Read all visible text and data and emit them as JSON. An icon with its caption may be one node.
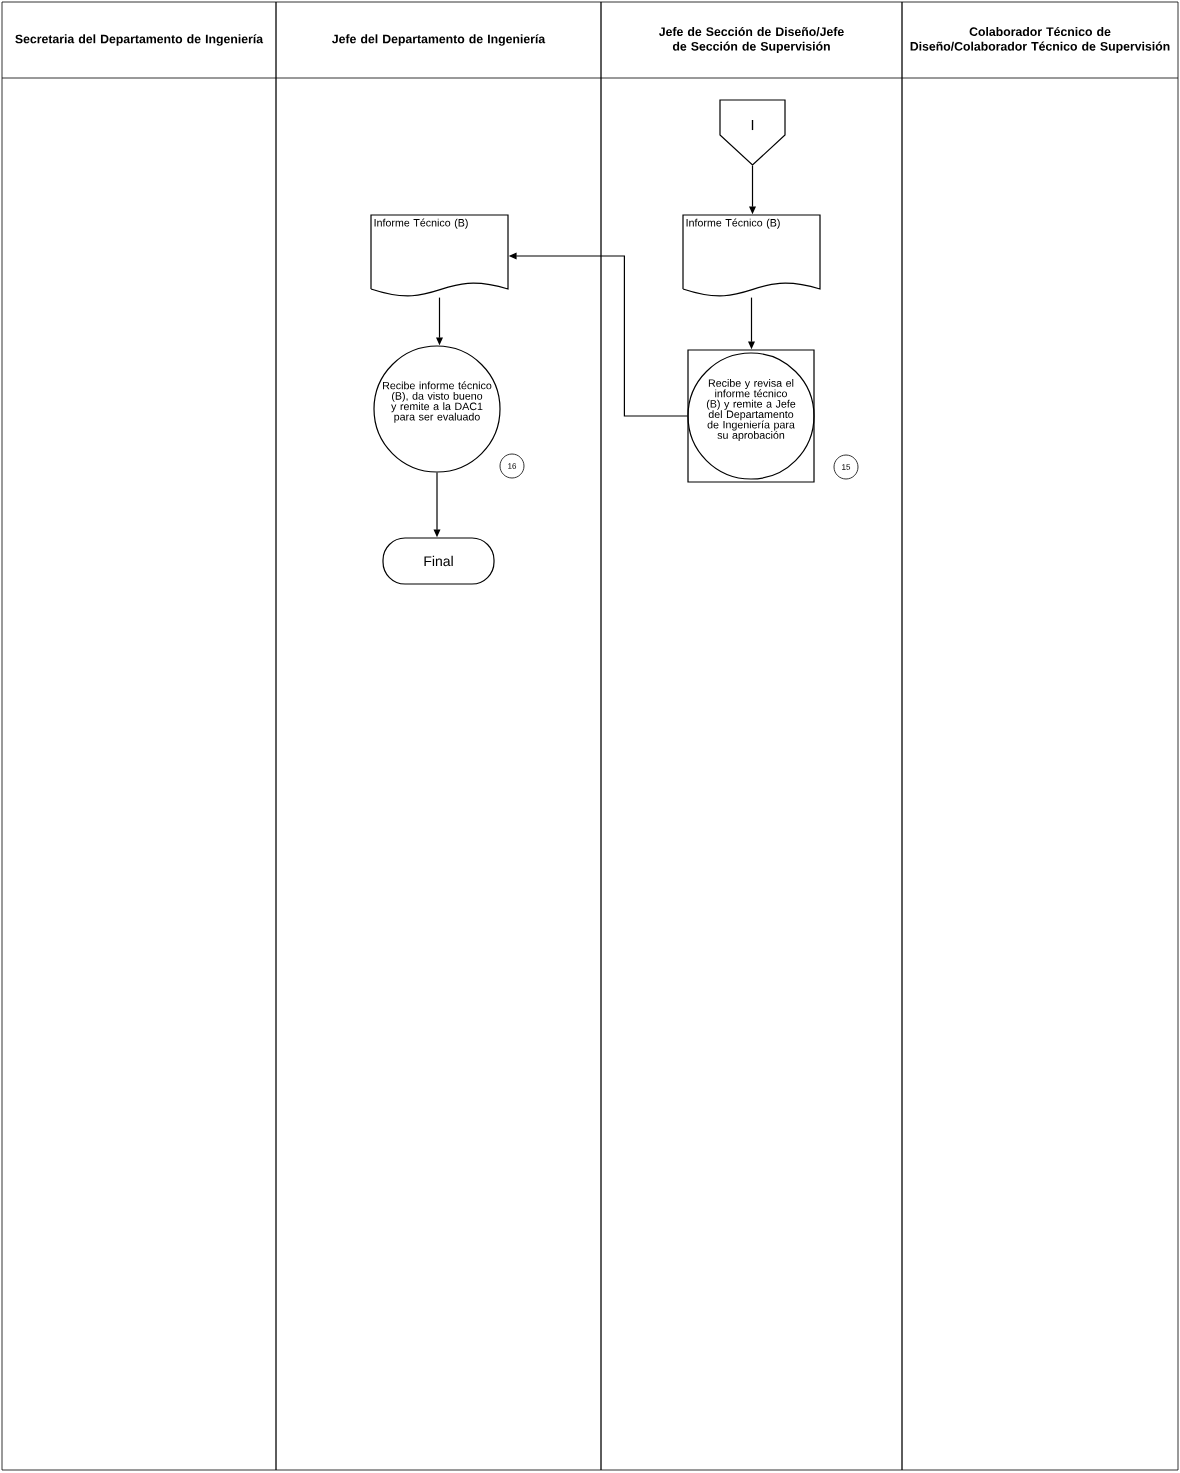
{
  "diagram": {
    "nodes": [
      {
        "text": [
          "Secretaria del Departamento de Ingeniería"
        ]
      },
      {
        "text": [
          "Jefe del Departamento de Ingeniería"
        ]
      },
      {
        "text": [
          "Jefe de Sección de Diseño/Jefe de Sección de Supervisión"
        ]
      },
      {
        "text": [
          "Colaborador Técnico de Diseño/Colaborador Técnico de Supervisión"
        ]
      },
      {
        "text": [
          "I"
        ],
        "in": 2
      },
      {
        "text": [
          "Informe Técnico (B)"
        ],
        "in": 2
      },
      {
        "text": [
          "Recibe y revisa el informe técnico (B) y remite a Jefe del Departamento de Ingeniería para su aprobación"
        ],
        "in": 2,
        "beside": [
          "15"
        ]
      },
      {
        "text": [
          "Informe Técnico (B)"
        ],
        "in": 1
      },
      {
        "text": [
          "Recibe informe técnico (B), da visto bueno y remite a la DAC1 para ser evaluado"
        ],
        "in": 1,
        "beside": [
          "16"
        ]
      },
      {
        "text": [
          "Final"
        ],
        "in": 1
      }
    ],
    "edges": [
      {
        "from": 4,
        "to": 5,
        "arrow": "to"
      },
      {
        "from": 5,
        "to": 6,
        "arrow": "to"
      },
      {
        "from": 6,
        "to": 7,
        "arrow": "to"
      },
      {
        "from": 7,
        "to": 8,
        "arrow": "to"
      },
      {
        "from": 8,
        "to": 9,
        "arrow": "to"
      }
    ]
  }
}
